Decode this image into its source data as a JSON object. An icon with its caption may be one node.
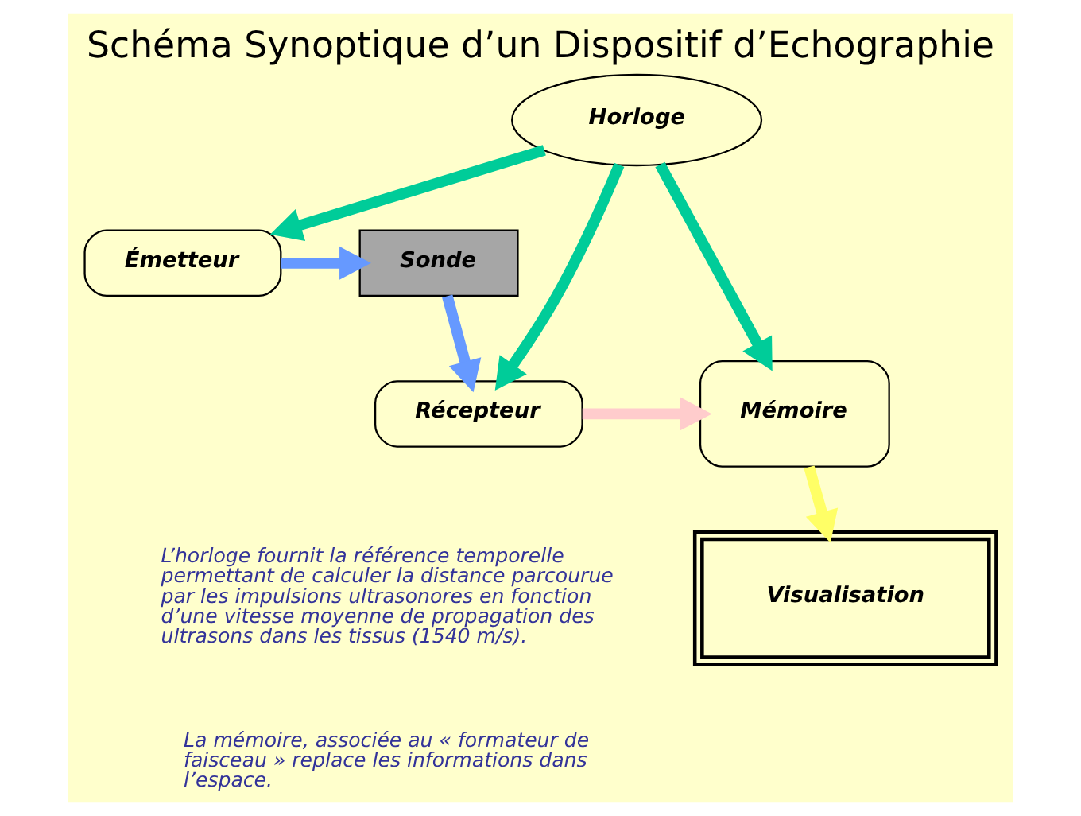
{
  "diagram": {
    "title": "Schéma Synoptique d’un Dispositif d’Echographie",
    "nodes": [
      {
        "text": [
          "Émetteur"
        ]
      },
      {
        "text": [
          "Sonde"
        ]
      },
      {
        "text": [
          "Horloge"
        ]
      },
      {
        "text": [
          "Récepteur"
        ]
      },
      {
        "text": [
          "Mémoire"
        ]
      },
      {
        "text": [
          "Visualisation"
        ]
      }
    ],
    "edges": [
      {
        "from": 0,
        "to": 1,
        "arrow": "to",
        "color": "#6699ff"
      },
      {
        "from": 1,
        "to": 3,
        "arrow": "to",
        "color": "#6699ff"
      },
      {
        "from": 2,
        "to": 0,
        "arrow": "to",
        "color": "#00cc99"
      },
      {
        "from": 2,
        "to": 3,
        "arrow": "to",
        "color": "#00cc99"
      },
      {
        "from": 2,
        "to": 4,
        "arrow": "to",
        "color": "#00cc99"
      },
      {
        "from": 3,
        "to": 4,
        "arrow": "to",
        "color": "#ffcccc"
      },
      {
        "from": 4,
        "to": 5,
        "arrow": "to",
        "color": "#ffff66"
      }
    ],
    "labels": [
      "L’horloge fournit la référence temporelle permettant de calculer la distance parcourue par les impulsions ultrasonores en fonction d’une vitesse moyenne de propagation des ultrasons dans les tissus (1540 m/s).",
      "La mémoire, associée au « formateur de faisceau » replace les informations dans l’espace."
    ]
  }
}
